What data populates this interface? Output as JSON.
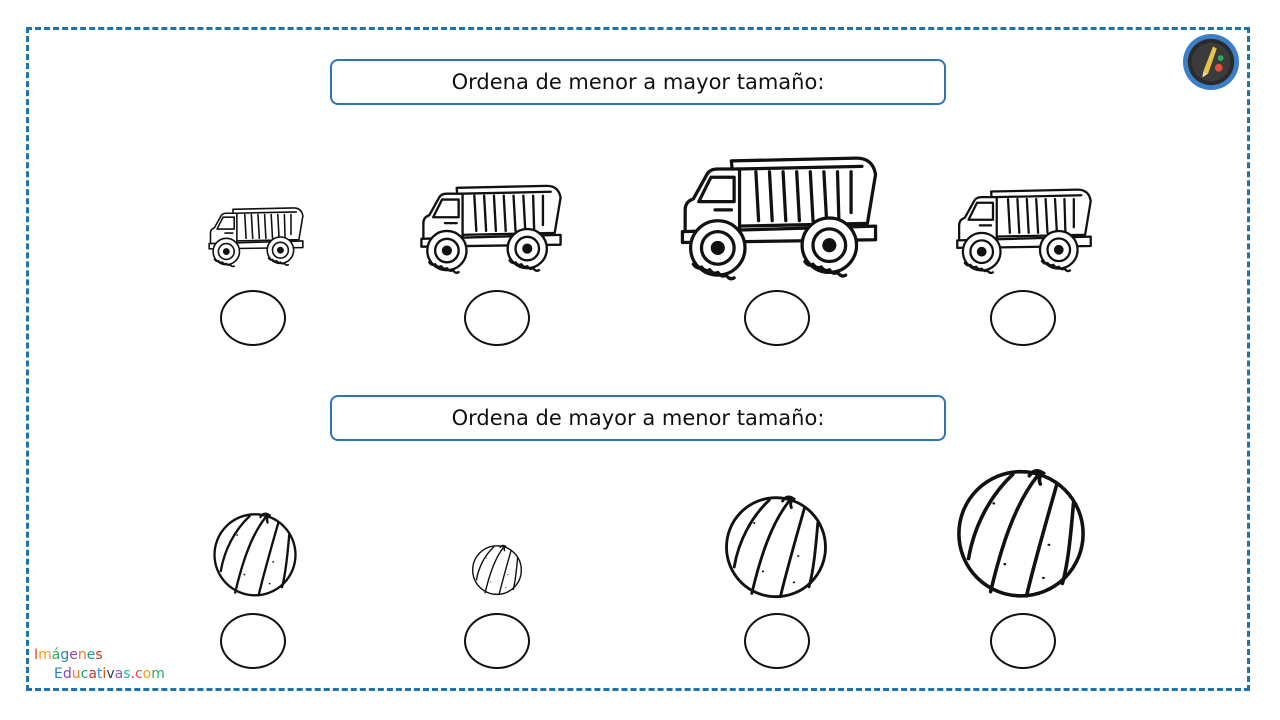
{
  "worksheet": {
    "section1_title": "Ordena de menor a mayor tamaño:",
    "section2_title": "Ordena de mayor a menor tamaño:",
    "trucks": [
      {
        "label": "dump-truck-icon",
        "relative_size": 0.47
      },
      {
        "label": "dump-truck-icon",
        "relative_size": 0.72
      },
      {
        "label": "dump-truck-icon",
        "relative_size": 1.0
      },
      {
        "label": "dump-truck-icon",
        "relative_size": 0.68
      }
    ],
    "balls": [
      {
        "label": "beach-ball-icon",
        "relative_size": 0.64
      },
      {
        "label": "beach-ball-icon",
        "relative_size": 0.38
      },
      {
        "label": "beach-ball-icon",
        "relative_size": 0.79
      },
      {
        "label": "beach-ball-icon",
        "relative_size": 1.0
      }
    ]
  },
  "branding": {
    "line1_letters": [
      "I",
      "m",
      "á",
      "g",
      "e",
      "n",
      "e",
      "s"
    ],
    "line2_letters": [
      "E",
      "d",
      "u",
      "c",
      "a",
      "t",
      "i",
      "v",
      "a",
      "s",
      ".",
      "c",
      "o",
      "m"
    ],
    "letter_colors": [
      "#e74c3c",
      "#f39c12",
      "#27ae60",
      "#2980b9",
      "#8e44ad",
      "#e67e22",
      "#16a085",
      "#c0392b",
      "#3498db",
      "#d35400",
      "#2c3e50",
      "#9b59b6",
      "#1abc9c",
      "#e91e63"
    ],
    "accent_color": "#2e75b6"
  }
}
